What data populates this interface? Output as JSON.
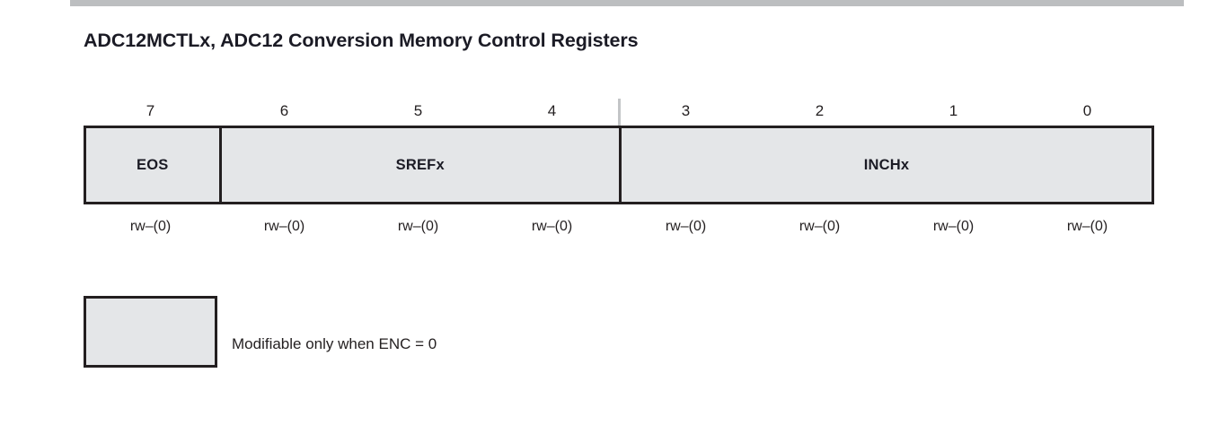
{
  "document": {
    "title": "ADC12MCTLx, ADC12 Conversion Memory Control Registers"
  },
  "colors": {
    "field_fill": "#e4e6e8",
    "border": "#231f20",
    "top_rule": "#bcbec0",
    "byte_tick": "#c3c5c7",
    "text": "#231f20"
  },
  "register": {
    "bit_numbers": [
      "7",
      "6",
      "5",
      "4",
      "3",
      "2",
      "1",
      "0"
    ],
    "fields": [
      {
        "name": "EOS",
        "width_bits": 1,
        "bits": "7"
      },
      {
        "name": "SREFx",
        "width_bits": 3,
        "bits": "6-4"
      },
      {
        "name": "INCHx",
        "width_bits": 4,
        "bits": "3-0"
      }
    ],
    "access": [
      "rw–(0)",
      "rw–(0)",
      "rw–(0)",
      "rw–(0)",
      "rw–(0)",
      "rw–(0)",
      "rw–(0)",
      "rw–(0)"
    ]
  },
  "legend": {
    "label": "Modifiable only when ENC = 0"
  }
}
